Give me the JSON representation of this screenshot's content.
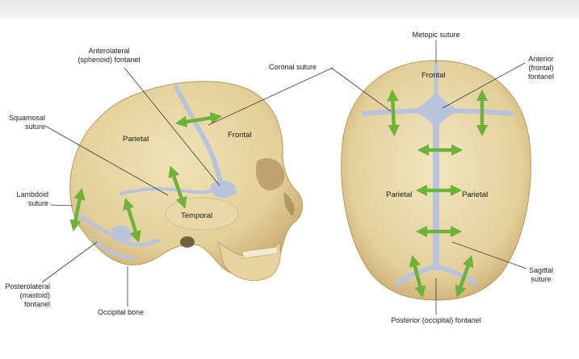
{
  "colors": {
    "bone": "#e8d6a6",
    "bone_shadow": "#c9ad72",
    "suture": "#b9c4dc",
    "arrow": "#6fb23a",
    "leader": "#3a3a3a"
  },
  "lateral_view": {
    "labels": {
      "anterolateral_fontanel": "Anterolateral\n(sphenoid) fontanel",
      "coronal_suture": "Coronal suture",
      "squamosal_suture": "Squamosal\nsuture",
      "parietal": "Parietal",
      "frontal": "Frontal",
      "lambdoid_suture": "Lambdoid\nsuture",
      "temporal": "Temporal",
      "posterolateral_fontanel": "Posterolateral\n(mastoid) fontanel",
      "occipital_bone": "Occipital bone"
    }
  },
  "superior_view": {
    "labels": {
      "metopic_suture": "Metopic suture",
      "frontal": "Frontal",
      "anterior_fontanel": "Anterior\n(frontal)\nfontanel",
      "parietal_left": "Parietal",
      "parietal_right": "Parietal",
      "sagittal_suture": "Sagittal\nsuture",
      "posterior_fontanel": "Posterior (occipital) fontanel"
    }
  }
}
